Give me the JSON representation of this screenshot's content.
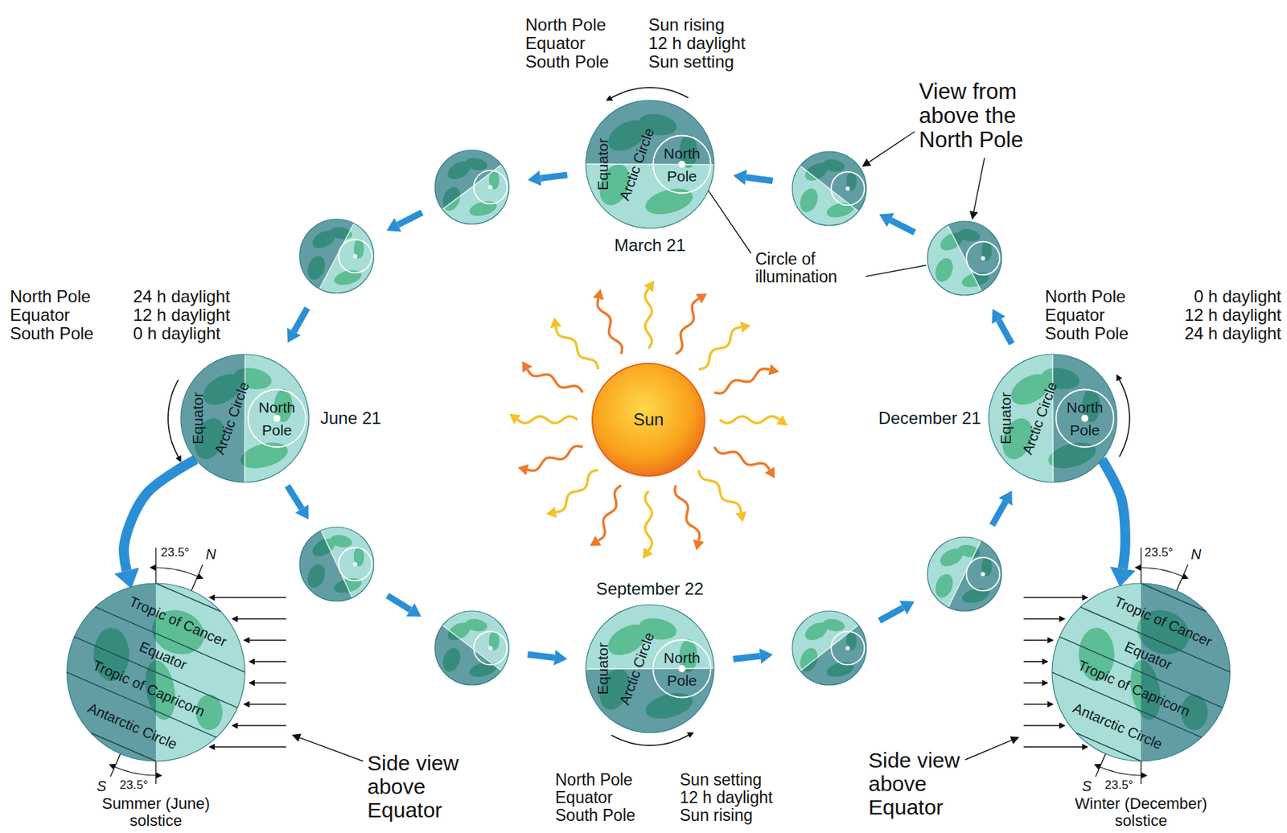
{
  "diagram": {
    "nodes": [
      {
        "text": [
          "March 21",
          "Equator",
          "Arctic Circle",
          "North Pole"
        ]
      },
      {
        "text": [
          "June 21",
          "Equator",
          "Arctic Circle",
          "North Pole"
        ]
      },
      {
        "text": [
          "Sun"
        ]
      },
      {
        "text": [
          "December 21",
          "Equator",
          "Arctic Circle",
          "North Pole"
        ]
      },
      {
        "text": [
          "September 22",
          "Equator",
          "Arctic Circle",
          "North Pole"
        ]
      },
      {
        "text": [
          "Tropic of Cancer",
          "Equator",
          "Tropic of Capricorn",
          "Antarctic Circle",
          "Summer (June) solstice"
        ]
      },
      {
        "text": [
          "Tropic of Cancer",
          "Equator",
          "Tropic of Capricorn",
          "Antarctic Circle",
          "Winter (December) solstice"
        ]
      }
    ],
    "edges": [
      {
        "from": 1,
        "to": 5,
        "arrow": "to"
      },
      {
        "from": 3,
        "to": 6,
        "arrow": "to"
      }
    ],
    "labels": [
      "North Pole",
      "Sun rising",
      "Equator",
      "12 h daylight",
      "South Pole",
      "Sun setting",
      "View from above the North Pole",
      "Circle of illumination",
      "North Pole",
      "24 h daylight",
      "Equator",
      "12 h daylight",
      "South Pole",
      "0 h daylight",
      "North Pole",
      "0 h daylight",
      "Equator",
      "12 h daylight",
      "South Pole",
      "24 h daylight",
      "23.5°",
      "N",
      "23.5°",
      "N",
      "S",
      "23.5°",
      "S",
      "23.5°",
      "North Pole",
      "Sun setting",
      "Equator",
      "12 h daylight",
      "South Pole",
      "Sun rising",
      "Side view above Equator",
      "Side view above Equator"
    ]
  }
}
